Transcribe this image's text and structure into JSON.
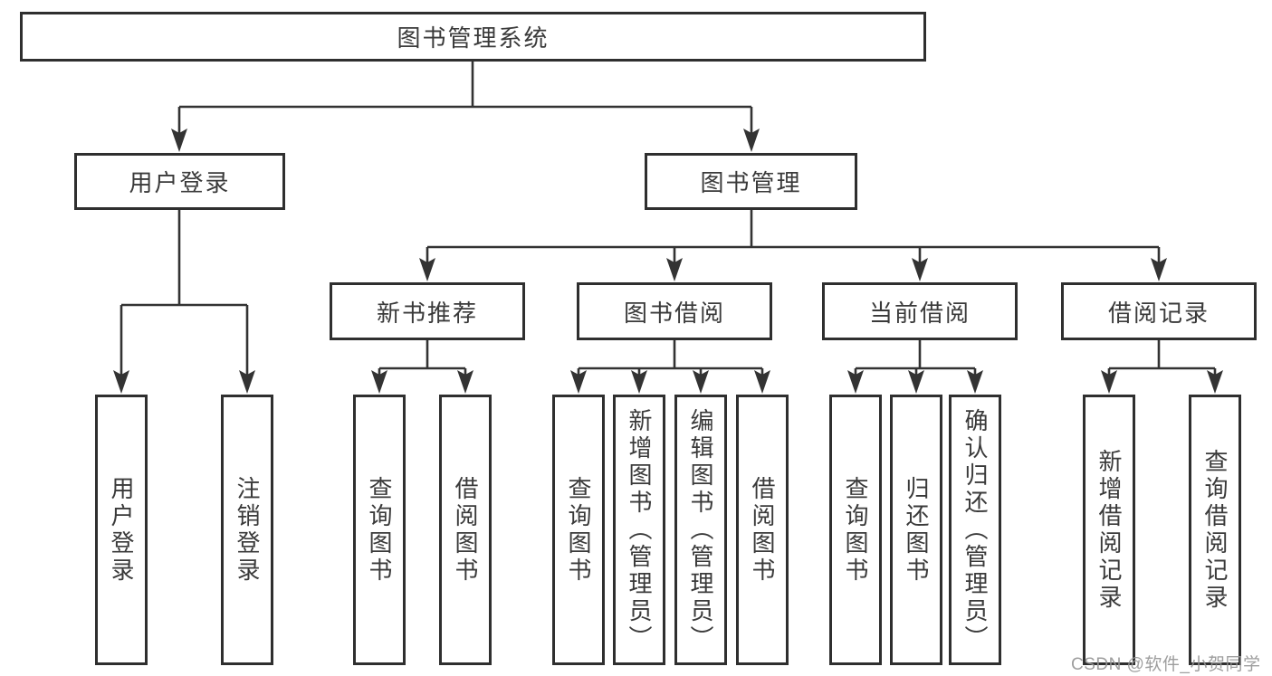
{
  "colors": {
    "line": "#333333",
    "text": "#3a3a3a",
    "box_background": "#ffffff",
    "page_background": "#ffffff",
    "watermark": "#969696"
  },
  "watermark": {
    "text": "CSDN @软件_小贺同学"
  },
  "tree": {
    "label": "图书管理系统",
    "children": [
      {
        "label": "用户登录",
        "children": [
          {
            "label": "用户登录"
          },
          {
            "label": "注销登录"
          }
        ]
      },
      {
        "label": "图书管理",
        "children": [
          {
            "label": "新书推荐",
            "children": [
              {
                "label": "查询图书"
              },
              {
                "label": "借阅图书"
              }
            ]
          },
          {
            "label": "图书借阅",
            "children": [
              {
                "label": "查询图书"
              },
              {
                "label": "新增图书（管理员）"
              },
              {
                "label": "编辑图书（管理员）"
              },
              {
                "label": "借阅图书"
              }
            ]
          },
          {
            "label": "当前借阅",
            "children": [
              {
                "label": "查询图书"
              },
              {
                "label": "归还图书"
              },
              {
                "label": "确认归还（管理员）"
              }
            ]
          },
          {
            "label": "借阅记录",
            "children": [
              {
                "label": "新增借阅记录"
              },
              {
                "label": "查询借阅记录"
              }
            ]
          }
        ]
      }
    ]
  }
}
